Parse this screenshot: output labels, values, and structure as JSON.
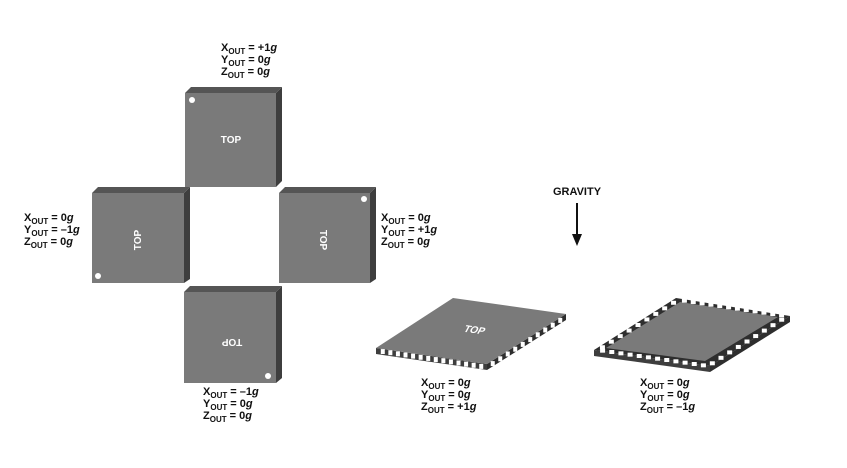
{
  "gravity_label": "GRAVITY",
  "chip_face_text": "TOP",
  "orientations": [
    {
      "id": "top",
      "x_out": "+1",
      "y_out": "0",
      "z_out": "0"
    },
    {
      "id": "left",
      "x_out": "0",
      "y_out": "–1",
      "z_out": "0"
    },
    {
      "id": "right",
      "x_out": "0",
      "y_out": "+1",
      "z_out": "0"
    },
    {
      "id": "bottom",
      "x_out": "–1",
      "y_out": "0",
      "z_out": "0"
    },
    {
      "id": "flat-up",
      "x_out": "0",
      "y_out": "0",
      "z_out": "+1"
    },
    {
      "id": "flat-down",
      "x_out": "0",
      "y_out": "0",
      "z_out": "–1"
    }
  ],
  "axis_labels": {
    "x": "X",
    "y": "Y",
    "z": "Z",
    "subscript": "OUT",
    "unit": "g",
    "equals": " = "
  },
  "colors": {
    "chip_face": "#7a7a7a",
    "chip_edge": "#3e3e3e",
    "chip_side": "#555555",
    "pad": "#ffffff",
    "text": "#111111"
  }
}
